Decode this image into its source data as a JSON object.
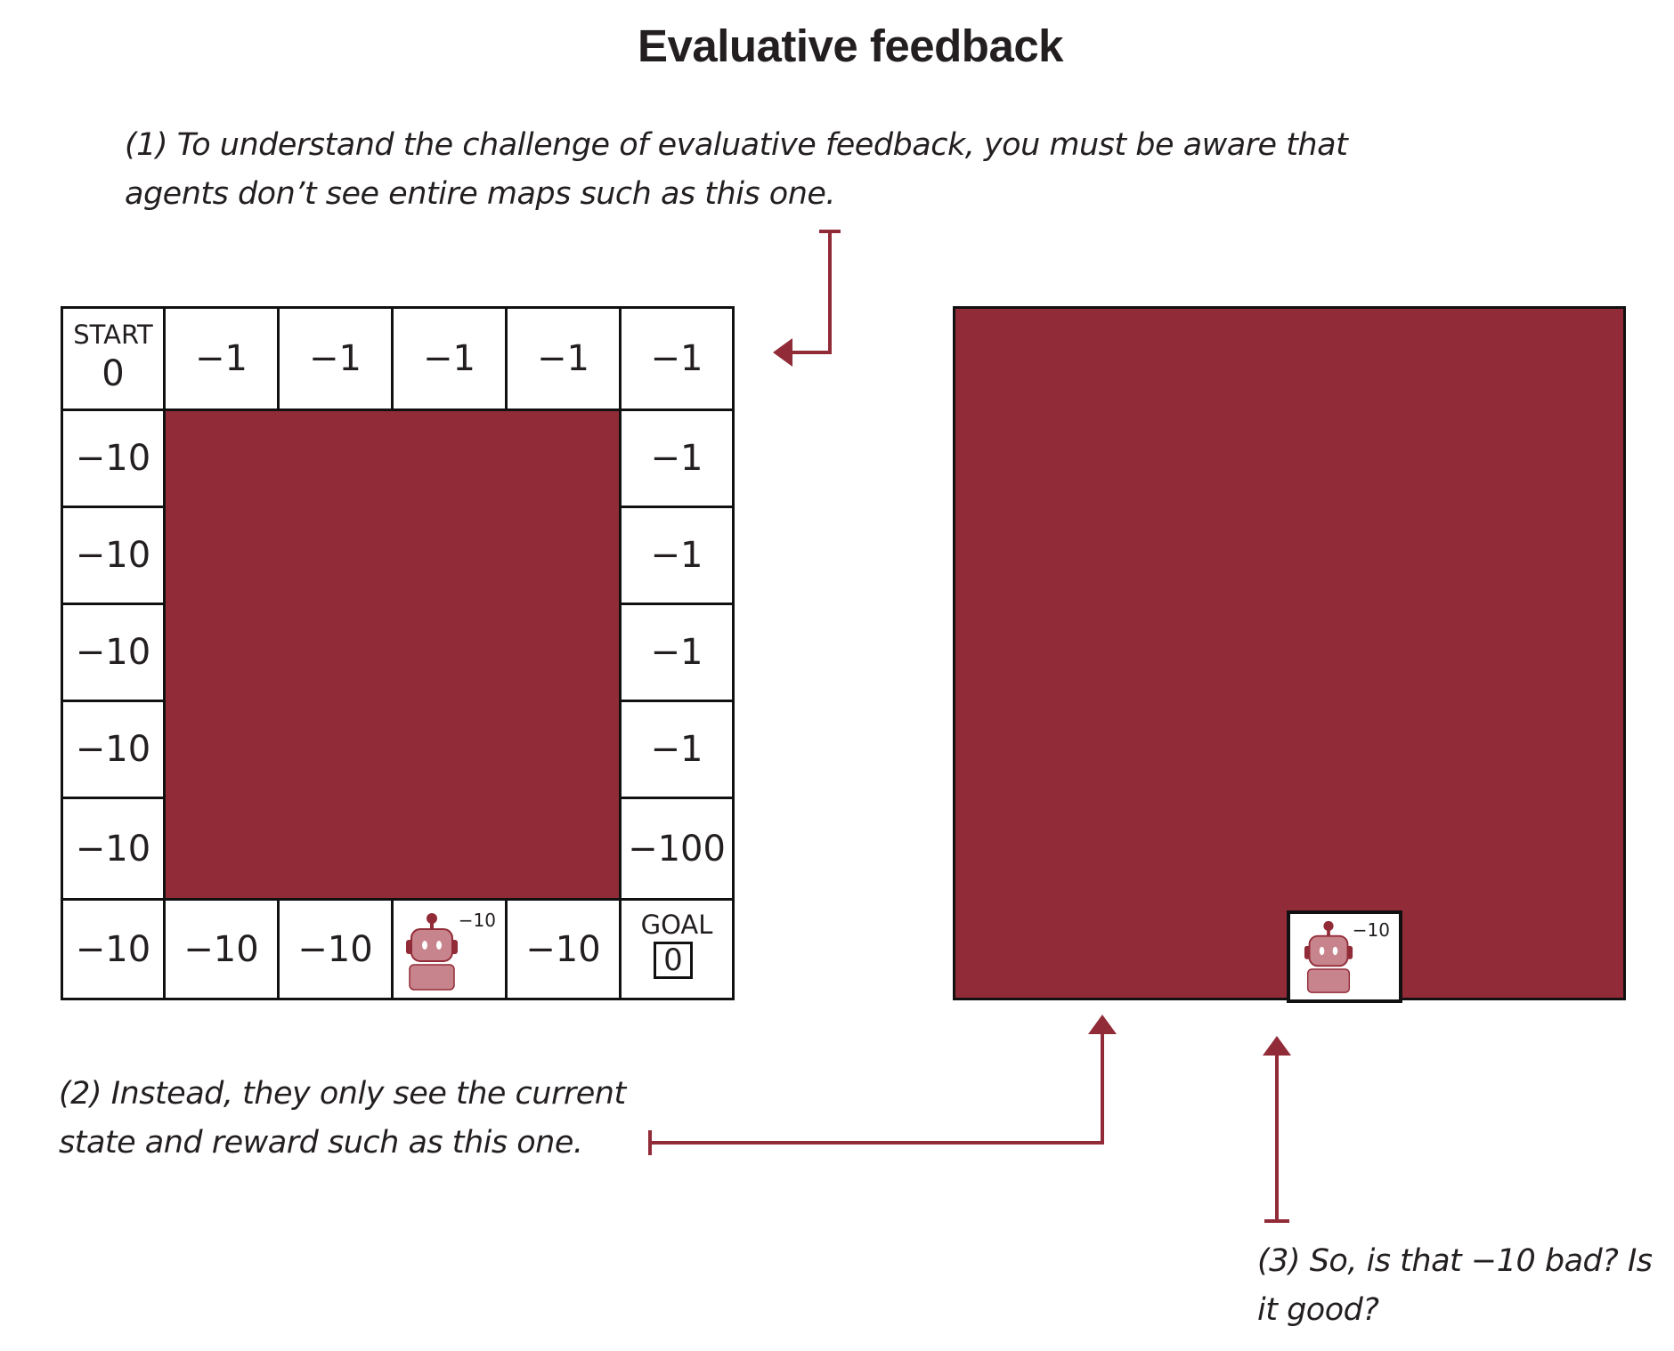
{
  "title": "Evaluative feedback",
  "notes": {
    "n1": "(1) To understand the challenge of evaluative feedback, you must be aware that agents don’t see entire maps such as this one.",
    "n2": "(2) Instead, they only see the current state and reward such as this one.",
    "n3": "(3) So, is that −10 bad? Is it good?"
  },
  "grid": {
    "start_label": "START",
    "start_value": "0",
    "top_row": [
      "−1",
      "−1",
      "−1",
      "−1",
      "−1"
    ],
    "left_col": [
      "−10",
      "−10",
      "−10",
      "−10",
      "−10"
    ],
    "right_col": [
      "−1",
      "−1",
      "−1",
      "−1",
      "−100"
    ],
    "bottom_row": [
      "−10",
      "−10",
      "−10",
      "",
      "−10"
    ],
    "robot_reward": "−10",
    "goal_label": "GOAL",
    "goal_value": "0"
  },
  "view": {
    "robot_reward": "−10"
  },
  "colors": {
    "wall": "#922b38",
    "arrow": "#922b38",
    "robot": "#c8848c"
  }
}
